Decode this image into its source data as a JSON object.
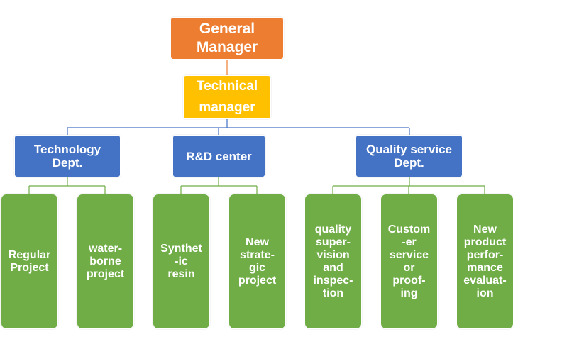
{
  "org_chart": {
    "general_manager": "General\nManager",
    "technical_manager": "Technical\nmanager",
    "departments": [
      {
        "label": "Technology\nDept.",
        "units": [
          "Regular\nProject",
          "water-\nborne\nproject"
        ]
      },
      {
        "label": "R&D center",
        "units": [
          "Synthet\n-ic\nresin",
          "New\nstrate-\ngic\nproject"
        ]
      },
      {
        "label": "Quality service\nDept.",
        "units": [
          "quality\nsuper-\nvision\nand\ninspec-\ntion",
          "Custom\n-er\nservice\nor\nproof-\ning",
          "New\nproduct\nperfor-\nmance\nevaluat-\nion"
        ]
      }
    ],
    "colors": {
      "general_manager": "#ED7D31",
      "technical_manager": "#FFC000",
      "department": "#4472C4",
      "unit": "#70AD47",
      "connector_dept": "#4472C4",
      "connector_unit": "#70AD47"
    }
  }
}
